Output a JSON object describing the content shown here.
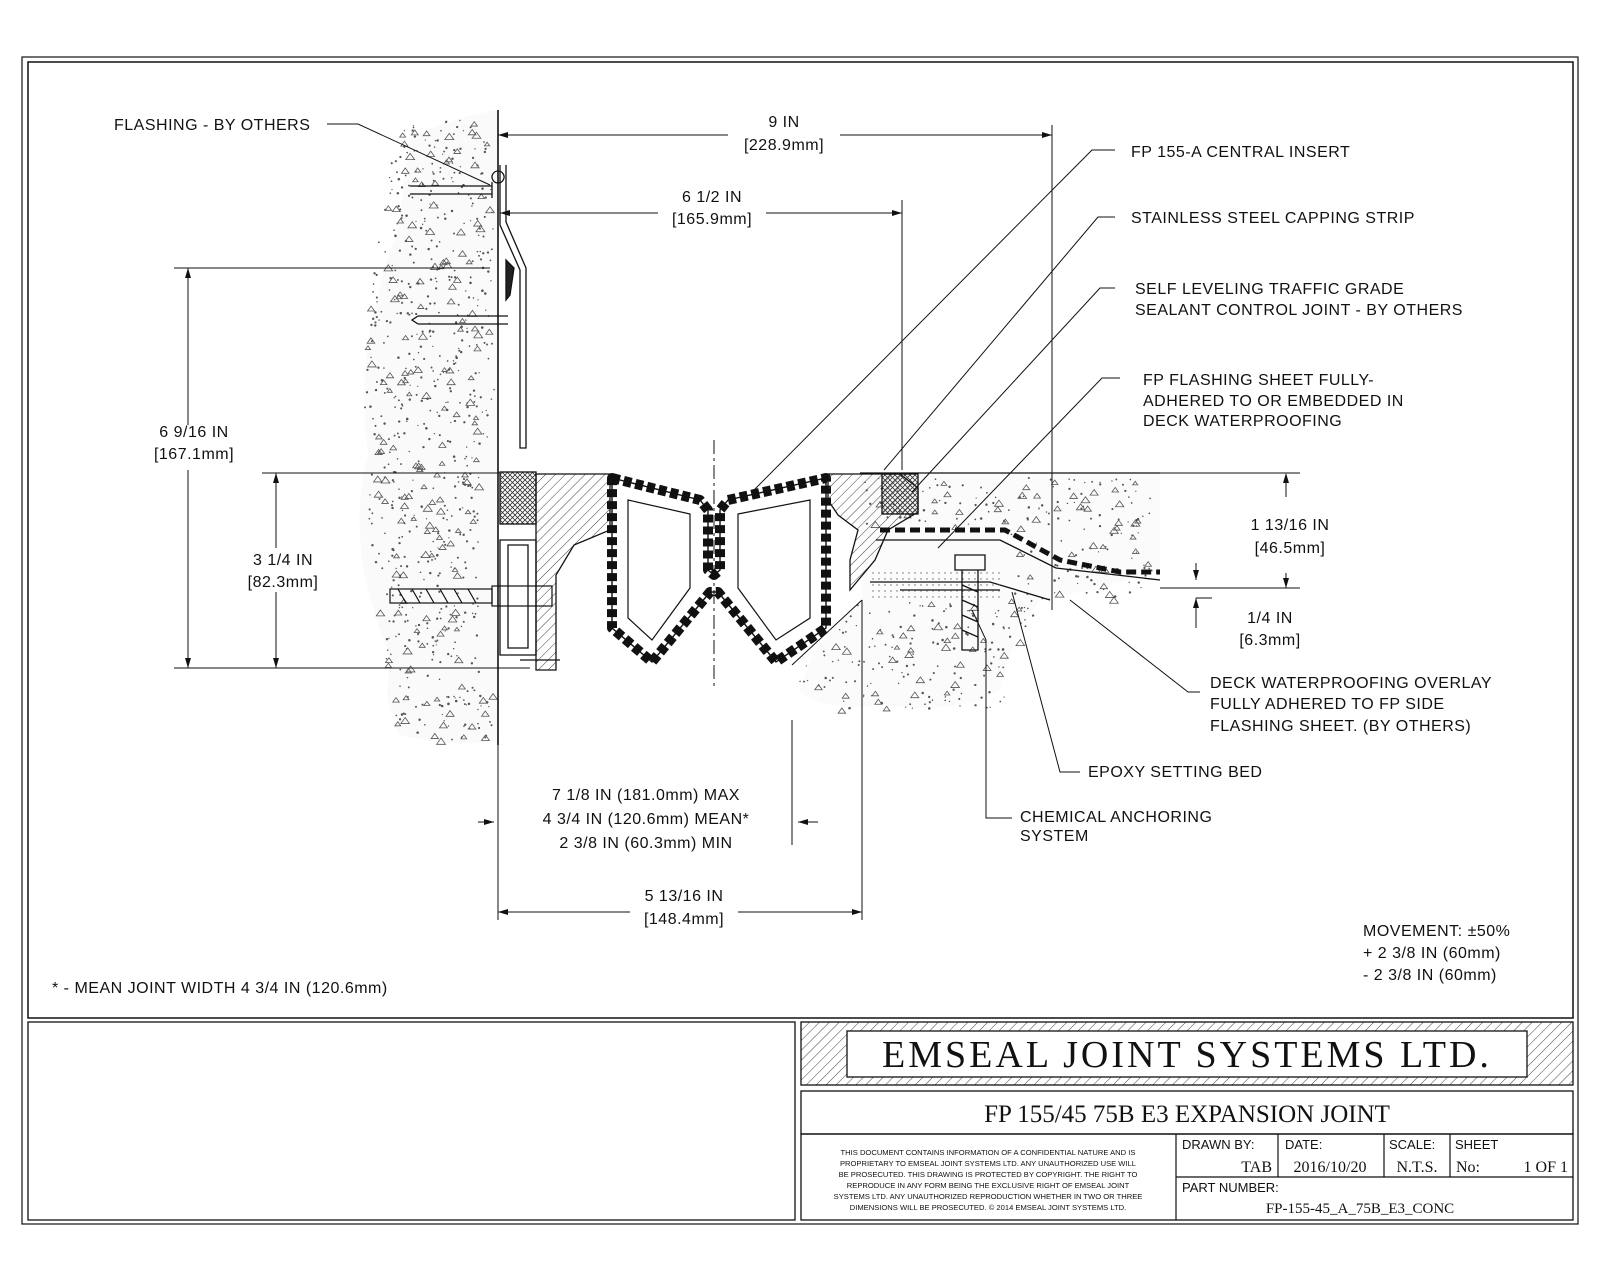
{
  "labels": {
    "flashing": "FLASHING - BY OTHERS",
    "dim9_in": "9 IN",
    "dim9_mm": "[228.9mm]",
    "dim6_in": "6 1/2 IN",
    "dim6_mm": "[165.9mm]",
    "height_in": "6 9/16 IN",
    "height_mm": "[167.1mm]",
    "depth_in": "3 1/4 IN",
    "depth_mm": "[82.3mm]",
    "insert": "FP 155-A CENTRAL INSERT",
    "capping": "STAINLESS STEEL CAPPING STRIP",
    "sealant_l1": "SELF LEVELING TRAFFIC GRADE",
    "sealant_l2": "SEALANT CONTROL JOINT - BY OTHERS",
    "sheet_l1": "FP FLASHING SHEET FULLY-",
    "sheet_l2": "ADHERED TO OR EMBEDDED IN",
    "sheet_l3": "DECK WATERPROOFING",
    "dim113_in": "1 13/16 IN",
    "dim113_mm": "[46.5mm]",
    "dim14_in": "1/4 IN",
    "dim14_mm": "[6.3mm]",
    "overlay_l1": "DECK WATERPROOFING OVERLAY",
    "overlay_l2": "FULLY ADHERED TO FP SIDE",
    "overlay_l3": "FLASHING SHEET. (BY OTHERS)",
    "epoxy": "EPOXY SETTING BED",
    "anchor_l1": "CHEMICAL ANCHORING",
    "anchor_l2": "SYSTEM",
    "max": "7 1/8 IN (181.0mm) MAX",
    "mean": "4 3/4 IN (120.6mm) MEAN*",
    "min": "2 3/8 IN (60.3mm) MIN",
    "dim513_in": "5 13/16 IN",
    "dim513_mm": "[148.4mm]",
    "movement_l1": "MOVEMENT: ±50%",
    "movement_l2": "+ 2 3/8 IN (60mm)",
    "movement_l3": "- 2 3/8 IN (60mm)",
    "footnote": "* - MEAN JOINT WIDTH 4 3/4 IN (120.6mm)"
  },
  "title_block": {
    "company": "EMSEAL JOINT SYSTEMS LTD.",
    "product": "FP 155/45 75B E3 EXPANSION JOINT",
    "notice": [
      "THIS DOCUMENT CONTAINS INFORMATION OF A CONFIDENTIAL NATURE AND IS",
      "PROPRIETARY TO EMSEAL JOINT SYSTEMS LTD. ANY UNAUTHORIZED USE WILL",
      "BE PROSECUTED. THIS DRAWING IS PROTECTED BY COPYRIGHT. THE RIGHT TO",
      "REPRODUCE IN ANY FORM BEING THE EXCLUSIVE RIGHT OF EMSEAL JOINT",
      "SYSTEMS LTD. ANY UNAUTHORIZED REPRODUCTION WHETHER IN TWO OR THREE",
      "DIMENSIONS WILL BE PROSECUTED. © 2014 EMSEAL JOINT SYSTEMS LTD."
    ],
    "drawn_by_label": "DRAWN BY:",
    "drawn_by": "TAB",
    "date_label": "DATE:",
    "date": "2016/10/20",
    "scale_label": "SCALE:",
    "scale": "N.T.S.",
    "sheet_label": "SHEET",
    "sheet_no_label": "No:",
    "sheet_no": "1 OF 1",
    "part_label": "PART NUMBER:",
    "part": "FP-155-45_A_75B_E3_CONC"
  },
  "colors": {
    "ink": "#111111",
    "hatch": "#555555"
  }
}
